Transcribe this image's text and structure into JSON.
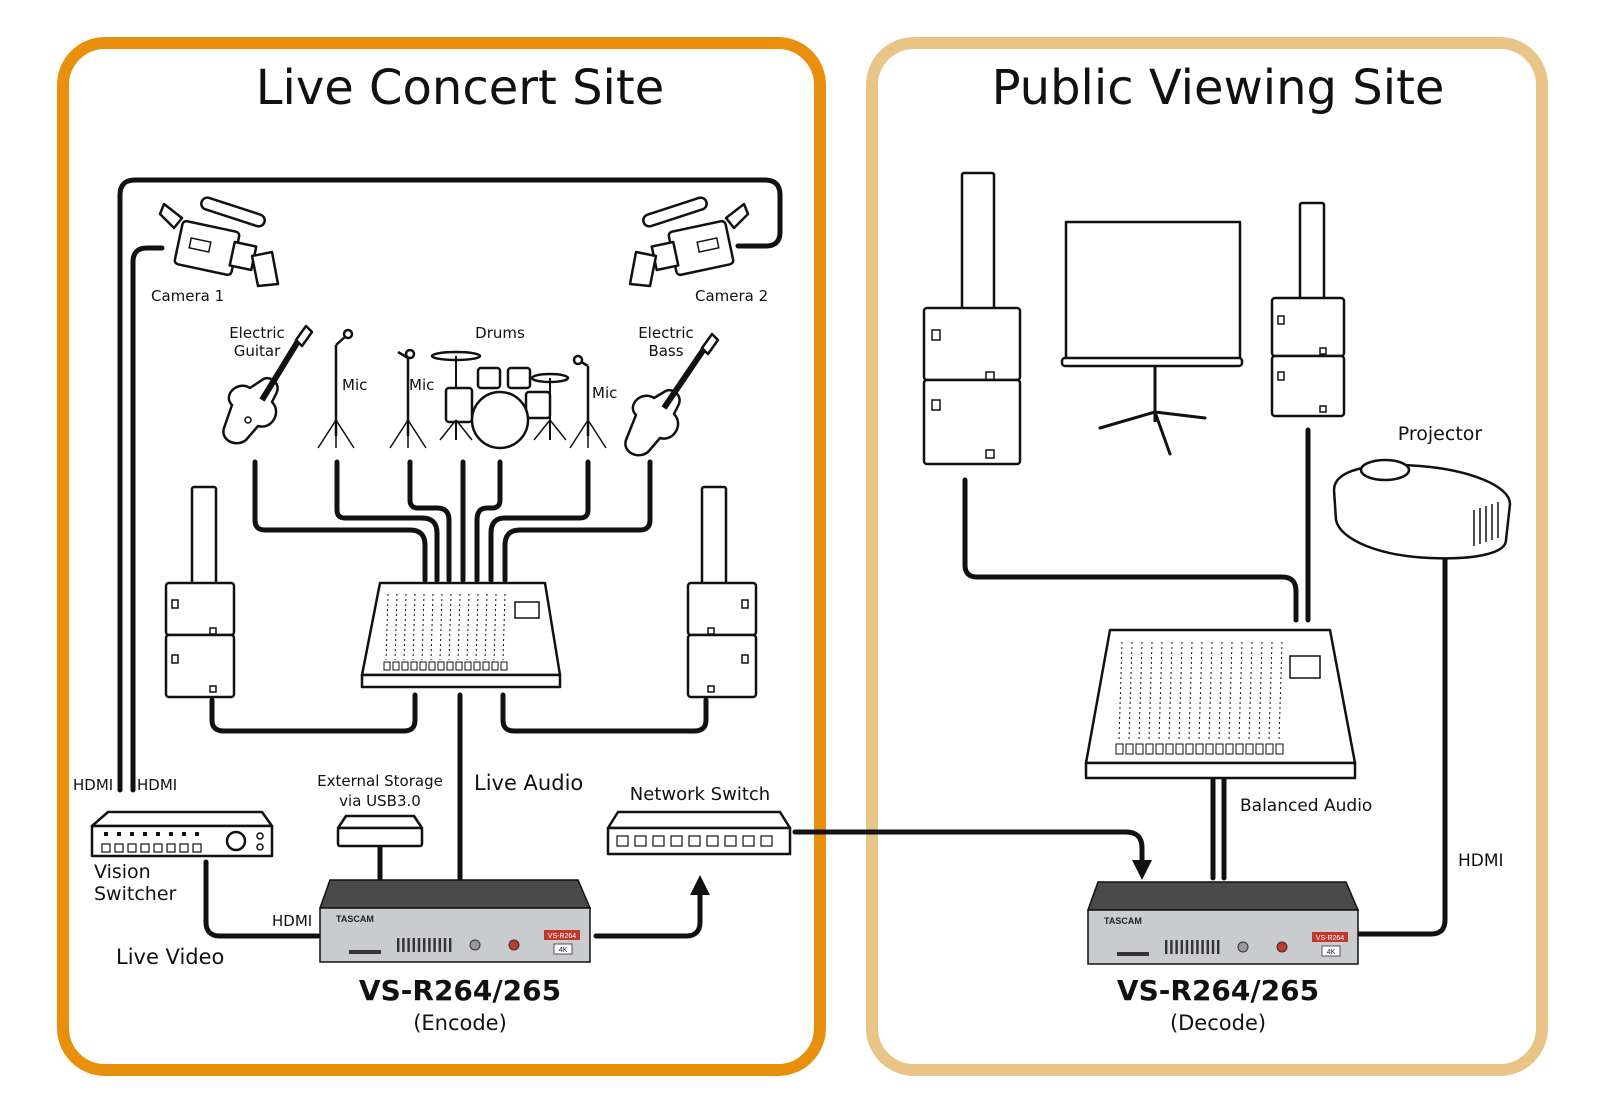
{
  "sites": {
    "concert": {
      "title": "Live Concert Site",
      "border_color": "#E8900C"
    },
    "viewing": {
      "title": "Public Viewing Site",
      "border_color": "#E9C487"
    }
  },
  "labels": {
    "camera1": "Camera 1",
    "camera2": "Camera 2",
    "electric_guitar_line1": "Electric",
    "electric_guitar_line2": "Guitar",
    "mic1": "Mic",
    "mic2": "Mic",
    "drums": "Drums",
    "mic3": "Mic",
    "electric_bass_line1": "Electric",
    "electric_bass_line2": "Bass",
    "hdmi_cam1": "HDMI",
    "hdmi_cam2": "HDMI",
    "vision_switcher_line1": "Vision",
    "vision_switcher_line2": "Switcher",
    "hdmi_switcher": "HDMI",
    "live_video": "Live Video",
    "external_storage_line1": "External Storage",
    "external_storage_line2": "via USB3.0",
    "live_audio": "Live Audio",
    "network_switch": "Network Switch",
    "encoder_model": "VS-R264/265",
    "encoder_role": "(Encode)",
    "projector": "Projector",
    "balanced_audio": "Balanced Audio",
    "hdmi_projector": "HDMI",
    "decoder_model": "VS-R264/265",
    "decoder_role": "(Decode)",
    "device_brand": "TASCAM",
    "device_badge": "VS-R264",
    "device_4k": "4K"
  },
  "colors": {
    "line": "#111111",
    "device_face": "#C9CBCE",
    "device_top": "#4A4A4A",
    "badge": "#C0392B"
  }
}
